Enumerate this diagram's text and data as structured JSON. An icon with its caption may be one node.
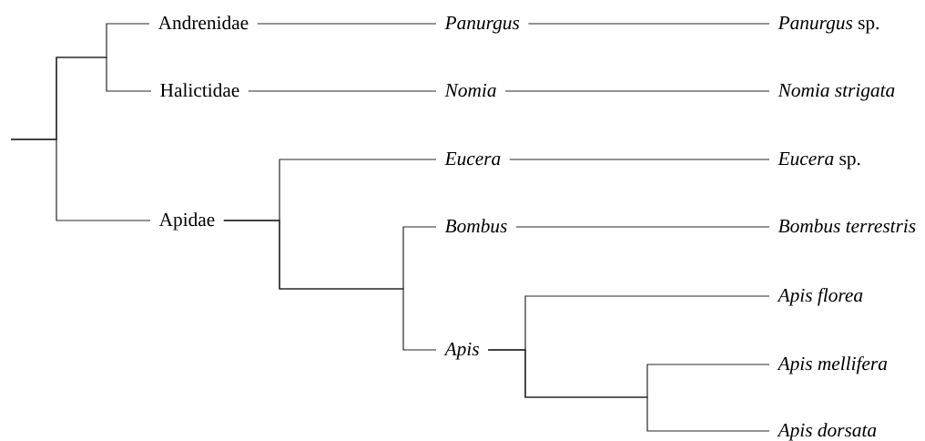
{
  "diagram": {
    "nodes": [
      {
        "text": [
          "Andrenidae"
        ]
      },
      {
        "text": [
          "Halictidae"
        ]
      },
      {
        "text": [
          "Apidae"
        ]
      },
      {
        "text": [
          "Panurgus"
        ]
      },
      {
        "text": [
          "Nomia"
        ]
      },
      {
        "text": [
          "Eucera"
        ]
      },
      {
        "text": [
          "Bombus"
        ]
      },
      {
        "text": [
          "Apis"
        ]
      },
      {
        "text": [
          "*Panurgus* sp."
        ]
      },
      {
        "text": [
          "Nomia strigata"
        ]
      },
      {
        "text": [
          "*Eucera* sp."
        ]
      },
      {
        "text": [
          "Bombus terrestris"
        ]
      },
      {
        "text": [
          "Apis florea"
        ]
      },
      {
        "text": [
          "Apis mellifera"
        ]
      },
      {
        "text": [
          "Apis dorsata"
        ]
      }
    ],
    "edges": [
      {
        "from": null,
        "to": 0,
        "arrow": "none"
      },
      {
        "from": null,
        "to": 1,
        "arrow": "none"
      },
      {
        "from": null,
        "to": 2,
        "arrow": "none"
      },
      {
        "from": 0,
        "to": 3,
        "arrow": "none"
      },
      {
        "from": 1,
        "to": 4,
        "arrow": "none"
      },
      {
        "from": 2,
        "to": 5,
        "arrow": "none"
      },
      {
        "from": 2,
        "to": 6,
        "arrow": "none"
      },
      {
        "from": 2,
        "to": 7,
        "arrow": "none"
      },
      {
        "from": 3,
        "to": 8,
        "arrow": "none"
      },
      {
        "from": 4,
        "to": 9,
        "arrow": "none"
      },
      {
        "from": 5,
        "to": 10,
        "arrow": "none"
      },
      {
        "from": 6,
        "to": 11,
        "arrow": "none"
      },
      {
        "from": 7,
        "to": 12,
        "arrow": "none"
      },
      {
        "from": 7,
        "to": 13,
        "arrow": "none"
      },
      {
        "from": 7,
        "to": 14,
        "arrow": "none"
      }
    ]
  }
}
